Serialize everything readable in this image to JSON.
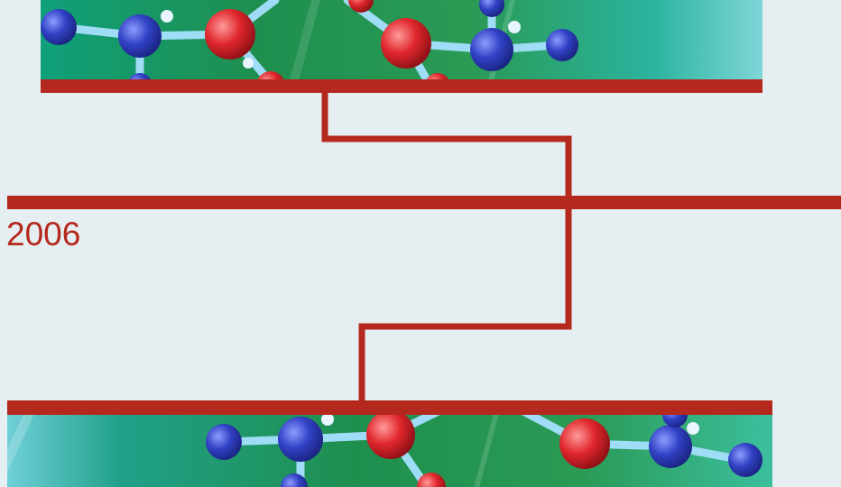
{
  "slide": {
    "year_label": "2006"
  },
  "colors": {
    "background": "#e5eff1",
    "accent_red": "#b5281d",
    "banner_green": "#1f9a60",
    "molecule_blue": "#2e3fb0",
    "molecule_red": "#d8262b",
    "bond_color": "#8fd3f0"
  },
  "images": {
    "top_banner": "molecule-banner",
    "bottom_banner": "molecule-banner"
  }
}
